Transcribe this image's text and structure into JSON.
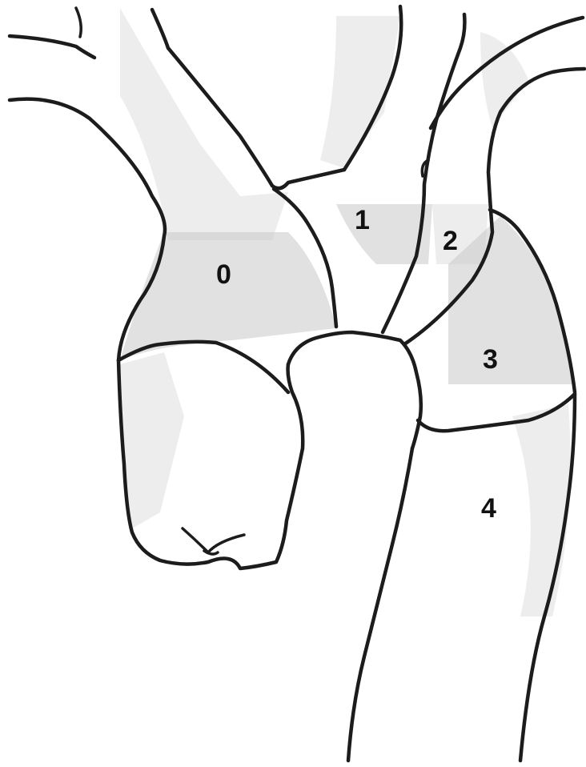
{
  "diagram": {
    "zones": [
      {
        "id": "zone-0",
        "label": "0"
      },
      {
        "id": "zone-1",
        "label": "1"
      },
      {
        "id": "zone-2",
        "label": "2"
      },
      {
        "id": "zone-3",
        "label": "3"
      },
      {
        "id": "zone-4",
        "label": "4"
      }
    ]
  }
}
